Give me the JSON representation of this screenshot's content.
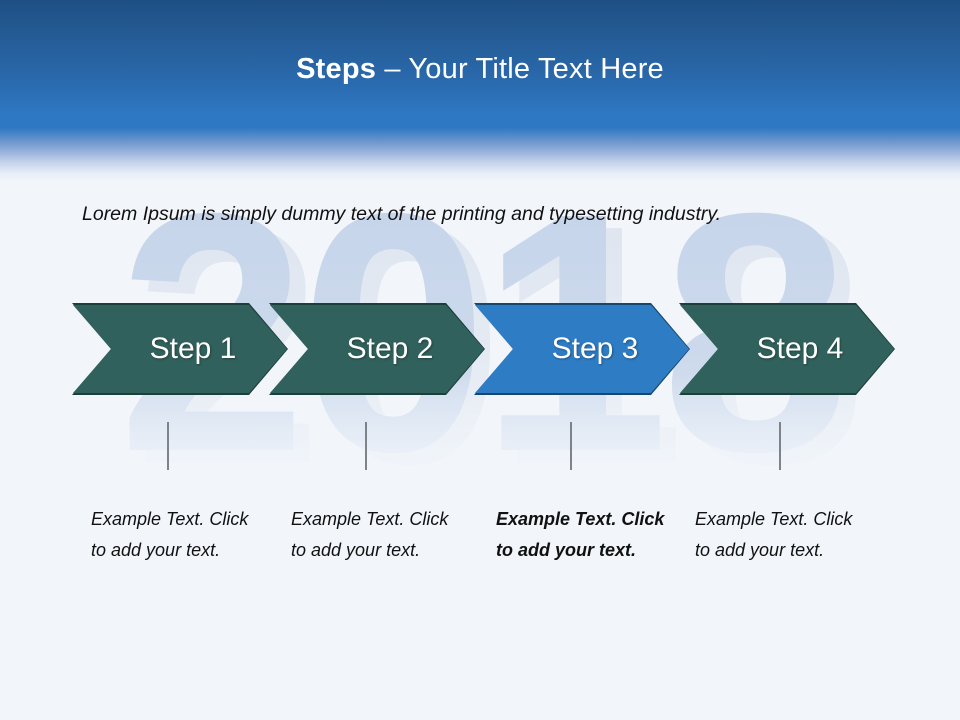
{
  "header": {
    "title_bold": "Steps",
    "title_rest": " – Your Title Text Here"
  },
  "background": {
    "watermark_text": "2018"
  },
  "body": {
    "paragraph": "Lorem Ipsum is simply dummy text of the printing and typesetting industry."
  },
  "steps": [
    {
      "label": "Step 1",
      "state": "normal",
      "caption": "Example Text. Click  to add your text."
    },
    {
      "label": "Step 2",
      "state": "normal",
      "caption": "Example Text. Click  to add your text."
    },
    {
      "label": "Step 3",
      "state": "highlighted",
      "caption": "Example Text. Click  to add your text."
    },
    {
      "label": "Step 4",
      "state": "normal",
      "caption": "Example Text. Click  to add your text."
    }
  ],
  "colors": {
    "header_top": "#1d4f84",
    "header_mid": "#2e77c2",
    "arrow_normal": "#31615c",
    "arrow_highlight": "#2e7cc4",
    "watermark": "#c9d6ea",
    "tick": "#7d8489",
    "slide_background": "#f2f6fb",
    "title_text": "#ffffff",
    "body_text": "#111111"
  }
}
